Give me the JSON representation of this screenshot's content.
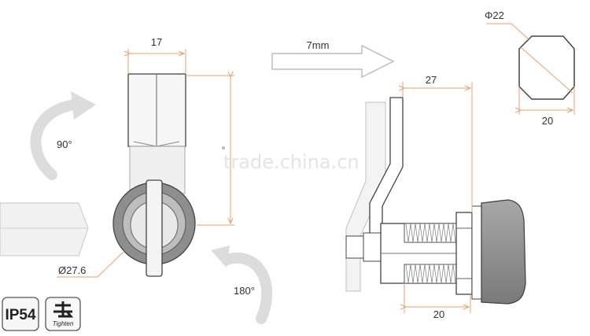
{
  "left_view": {
    "width_label": "17",
    "rotation_90_label": "90°",
    "diameter_label": "Ø27.6",
    "rotation_180_label": "180°"
  },
  "shift_label": "7mm",
  "right_view": {
    "depth_label": "27",
    "thread_label": "20"
  },
  "face_view": {
    "diameter_label": "Φ22",
    "width_label": "20"
  },
  "watermark": "trade.china.cn",
  "badges": {
    "ip_rating": "IP54",
    "tighten_label": "Tighten"
  },
  "colors": {
    "dimension_line": "#e8a070",
    "outline": "#444444",
    "knob": "#8e8e8e",
    "arrow": "#bdbdbd"
  }
}
